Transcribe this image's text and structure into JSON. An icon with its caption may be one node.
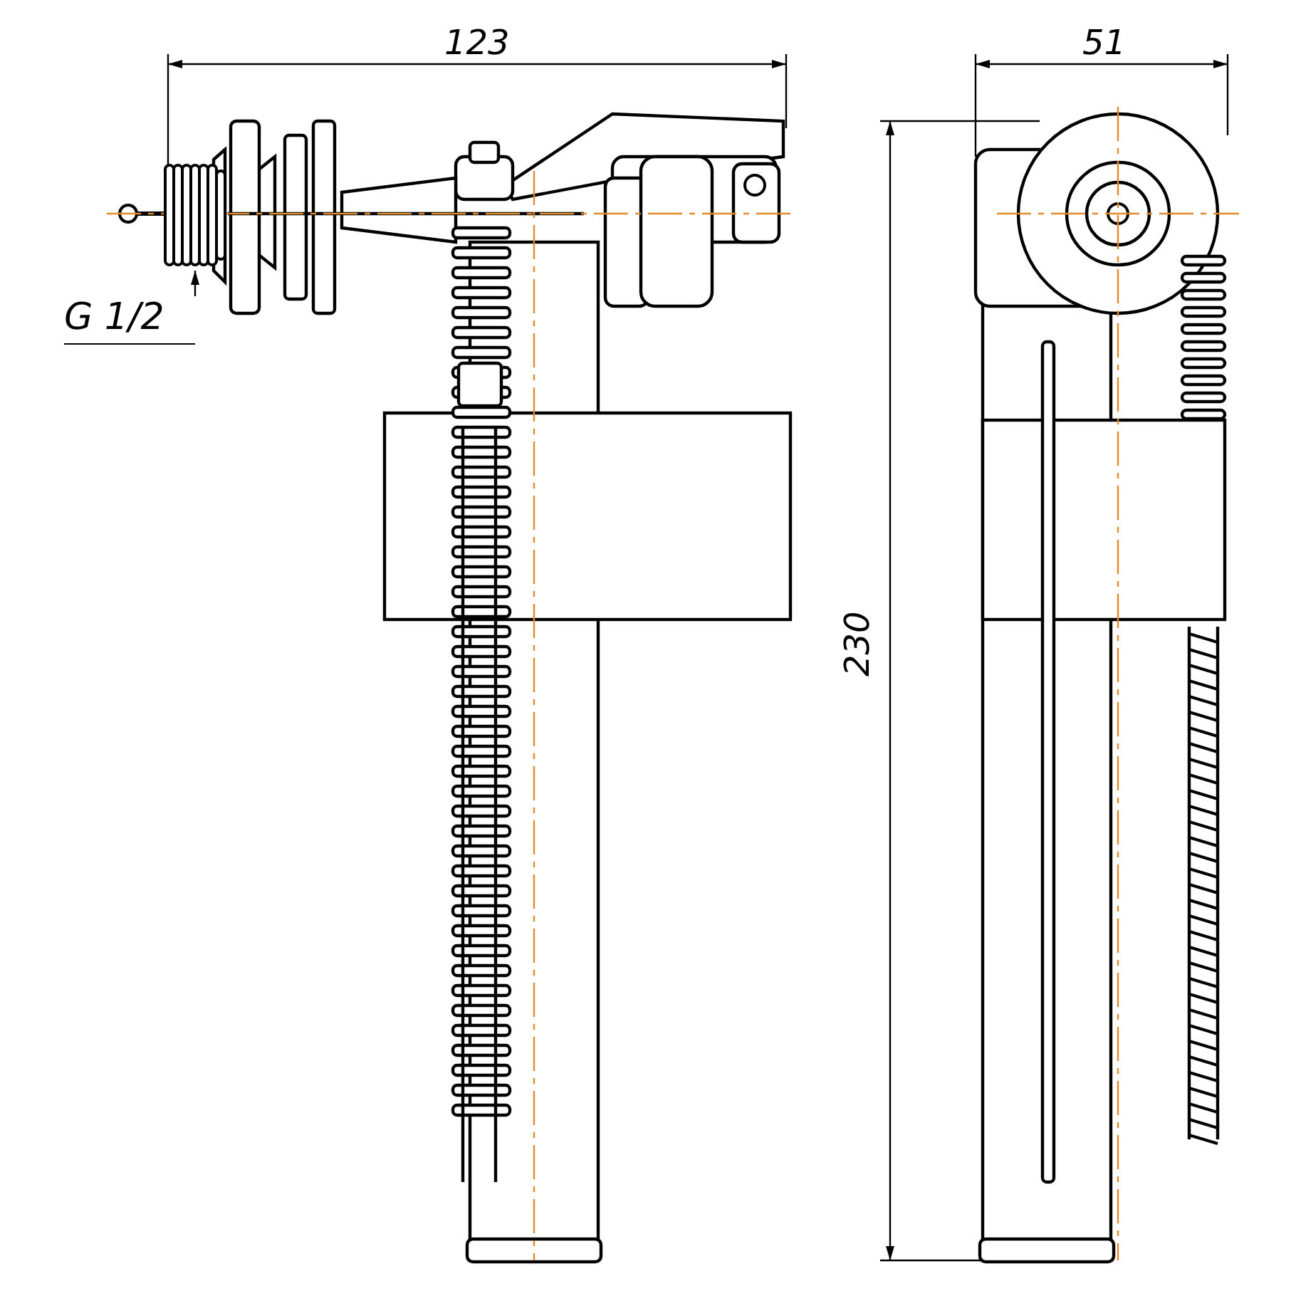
{
  "diagram": {
    "nodes": [
      {
        "text": [
          "G 1/2"
        ]
      },
      {
        "text": [],
        "shape": "picture"
      }
    ],
    "edges": [
      {
        "from": 0,
        "to": 1,
        "arrow": "to"
      }
    ],
    "labels": [
      "123",
      "51",
      "230"
    ]
  }
}
